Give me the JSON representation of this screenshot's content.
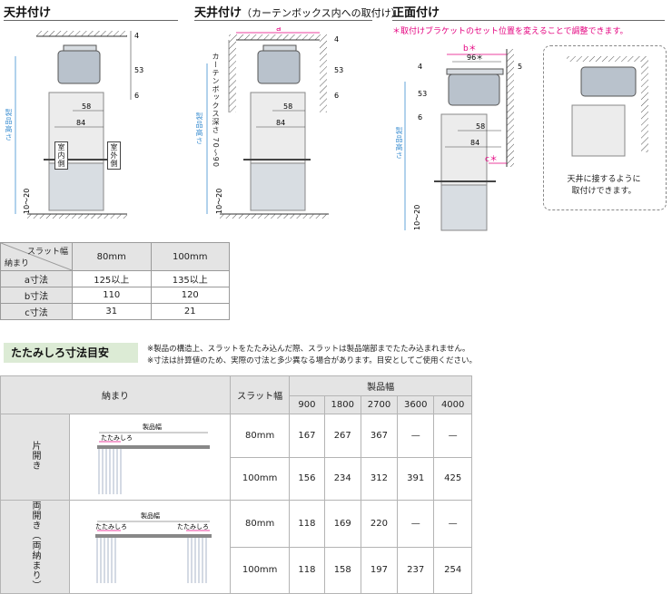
{
  "sections": {
    "ceiling": {
      "title": "天井付け"
    },
    "ceiling_box": {
      "title": "天井付け",
      "title_sub": "（カーテンボックス内への取付け）"
    },
    "front": {
      "title": "正面付け",
      "note": "＊取付けブラケットのセット位置を変えることで調整できます。"
    }
  },
  "diagram_labels": {
    "product_height": "製品高さ",
    "dim_4": "4",
    "dim_53": "53",
    "dim_6": "6",
    "dim_58": "58",
    "dim_84": "84",
    "dim_10_20": "10〜20",
    "indoor": "室内側",
    "outdoor": "室外側",
    "dim_a": "a",
    "box_depth": "カーテンボックス深さ 70〜90",
    "dim_b": "b＊",
    "dim_96": "96＊",
    "dim_5": "5",
    "dim_c": "c＊",
    "inset_note_line1": "天井に接するように",
    "inset_note_line2": "取付けできます。"
  },
  "dim_table": {
    "corner_top": "スラット幅",
    "corner_bottom": "納まり",
    "columns": [
      "80mm",
      "100mm"
    ],
    "rows": [
      {
        "label": "a寸法",
        "values": [
          "125以上",
          "135以上"
        ]
      },
      {
        "label": "b寸法",
        "values": [
          "110",
          "120"
        ]
      },
      {
        "label": "c寸法",
        "values": [
          "31",
          "21"
        ]
      }
    ]
  },
  "fold_section": {
    "title": "たたみしろ寸法目安",
    "notes": [
      "※製品の構造上、スラットをたたみ込んだ際、スラットは製品端部までたたみ込まれません。",
      "※寸法は計算値のため、実際の寸法と多少異なる場合があります。目安としてご使用ください。"
    ]
  },
  "fold_table": {
    "col_osamari": "納まり",
    "col_slat": "スラット幅",
    "col_width": "製品幅",
    "widths": [
      "900",
      "1800",
      "2700",
      "3600",
      "4000"
    ],
    "groups": [
      {
        "label": "片開き",
        "diagram": {
          "width_label": "製品幅",
          "fold_label": "たたみしろ"
        },
        "rows": [
          {
            "slat": "80mm",
            "values": [
              "167",
              "267",
              "367",
              "—",
              "—"
            ]
          },
          {
            "slat": "100mm",
            "values": [
              "156",
              "234",
              "312",
              "391",
              "425"
            ]
          }
        ]
      },
      {
        "label": "両開き（両納まり）",
        "diagram": {
          "width_label": "製品幅",
          "fold_label_left": "たたみしろ",
          "fold_label_right": "たたみしろ"
        },
        "rows": [
          {
            "slat": "80mm",
            "values": [
              "118",
              "169",
              "220",
              "—",
              "—"
            ]
          },
          {
            "slat": "100mm",
            "values": [
              "118",
              "158",
              "197",
              "237",
              "254"
            ]
          }
        ]
      }
    ]
  },
  "colors": {
    "accent_red": "#e4007f",
    "dim_blue": "#3d8fd1",
    "header_gray": "#e4e4e4",
    "title_green": "#dcebd5"
  }
}
